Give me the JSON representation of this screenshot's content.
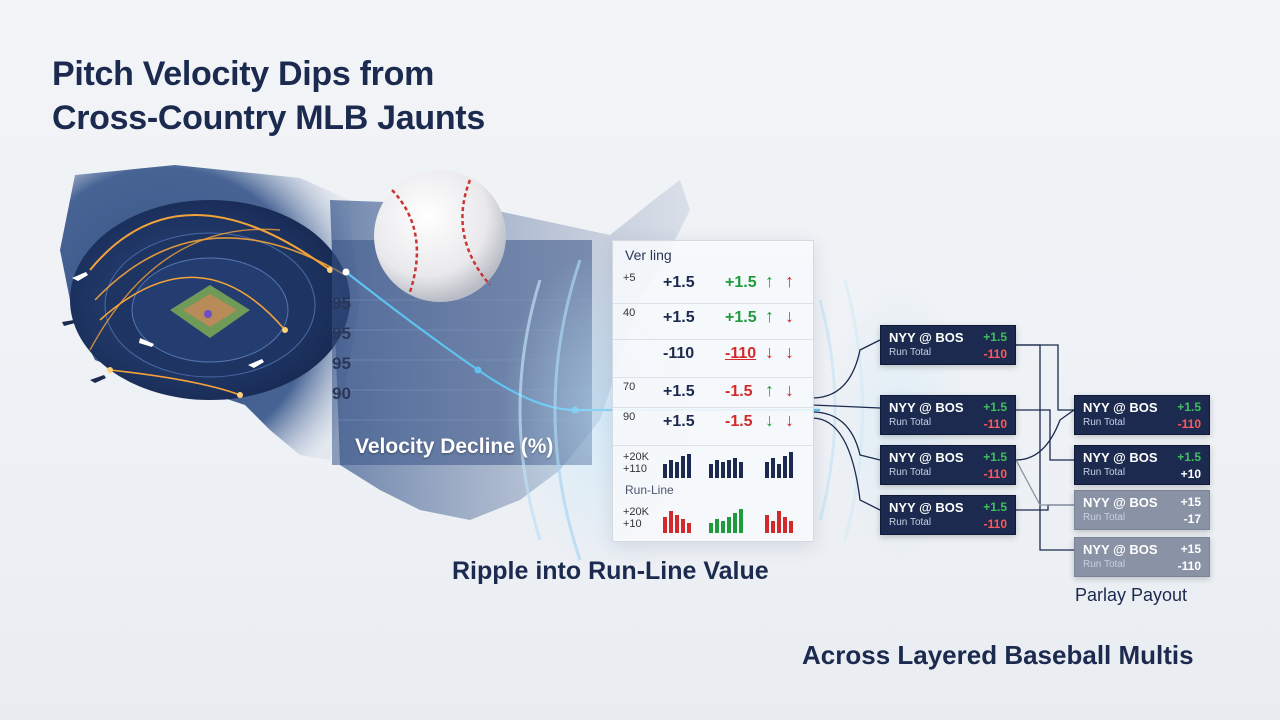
{
  "title": {
    "line1": "Pitch Velocity Dips from",
    "line2": "Cross-Country MLB Jaunts"
  },
  "velocity": {
    "y_labels": [
      "95",
      "95",
      "95",
      "90"
    ],
    "caption": "Velocity Decline (%)"
  },
  "odds_panel": {
    "title": "Ver ling",
    "rows": [
      {
        "small": "+5",
        "v1": "+1.5",
        "v2": "+1.5",
        "v2_color": "green",
        "arrows": [
          "up",
          "up"
        ]
      },
      {
        "small": "40",
        "v1": "+1.5",
        "v2": "+1.5",
        "v2_color": "green",
        "arrows": [
          "up",
          "down"
        ]
      },
      {
        "small": "",
        "v1": "-110",
        "v2": "-110",
        "v2_color": "red",
        "arrows": [
          "down",
          "down"
        ]
      },
      {
        "small": "70",
        "v1": "+1.5",
        "v2": "-1.5",
        "v2_color": "red",
        "arrows": [
          "up",
          "down"
        ]
      },
      {
        "small": "90",
        "v1": "+1.5",
        "v2": "-1.5",
        "v2_color": "red",
        "arrows": [
          "down",
          "down"
        ]
      }
    ],
    "bars_row_1": {
      "small_a": "+20K",
      "small_b": "+110"
    },
    "sub_section_label": "Run-Line",
    "bars_row_2": {
      "small_a": "+20K",
      "small_b": "+10"
    }
  },
  "ripple_caption": "Ripple into Run-Line Value",
  "cards_col1": [
    {
      "game": "NYY @ BOS",
      "sub": "Run Total",
      "o1": "+1.5",
      "o2": "-110"
    },
    {
      "game": "NYY @ BOS",
      "sub": "Run Total",
      "o1": "+1.5",
      "o2": "-110"
    },
    {
      "game": "NYY @ BOS",
      "sub": "Run Total",
      "o1": "+1.5",
      "o2": "-110"
    },
    {
      "game": "NYY @ BOS",
      "sub": "Run Total",
      "o1": "+1.5",
      "o2": "-110"
    }
  ],
  "cards_col2": [
    {
      "game": "NYY @ BOS",
      "sub": "Run Total",
      "o1": "+1.5",
      "o2": "-110",
      "faded": false,
      "o2_color": "red"
    },
    {
      "game": "NYY @ BOS",
      "sub": "Run Total",
      "o1": "+1.5",
      "o2": "+10",
      "faded": false,
      "o2_color": "white"
    },
    {
      "game": "NYY @ BOS",
      "sub": "Run Total",
      "o1": "+15",
      "o2": "-17",
      "faded": true,
      "o2_color": "white"
    },
    {
      "game": "NYY @ BOS",
      "sub": "Run Total",
      "o1": "+15",
      "o2": "-110",
      "faded": true,
      "o2_color": "white"
    }
  ],
  "parlay_label": "Parlay Payout",
  "footer": "Across Layered Baseball Multis",
  "colors": {
    "navy": "#1b2a4e",
    "green": "#1f9b3e",
    "red": "#d22a2a",
    "orange_route": "#f2a33a",
    "velocity_line": "#5fc3f2"
  }
}
